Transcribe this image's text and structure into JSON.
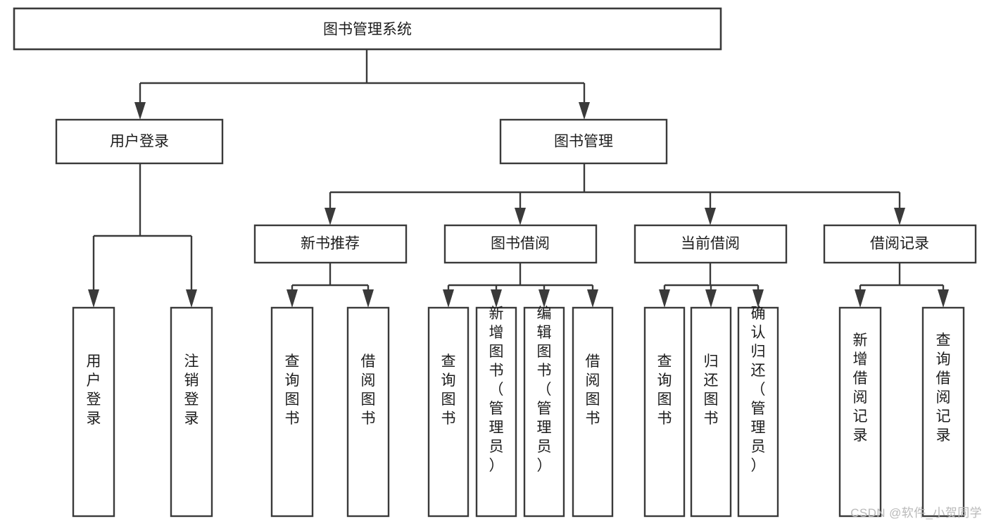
{
  "diagram": {
    "title": "图书管理系统",
    "type": "tree-hierarchy-diagram",
    "colors": {
      "stroke": "#3a3a3a",
      "fill": "#ffffff",
      "text": "#1d1d1d",
      "watermark": "#b9b9b9"
    },
    "root": {
      "label": "图书管理系统",
      "orientation": "horizontal"
    },
    "level2": [
      {
        "label": "用户登录",
        "orientation": "horizontal"
      },
      {
        "label": "图书管理",
        "orientation": "horizontal"
      }
    ],
    "level3": [
      {
        "label": "新书推荐",
        "orientation": "horizontal"
      },
      {
        "label": "图书借阅",
        "orientation": "horizontal"
      },
      {
        "label": "当前借阅",
        "orientation": "horizontal"
      },
      {
        "label": "借阅记录",
        "orientation": "horizontal"
      }
    ],
    "leaves": {
      "用户登录": [
        {
          "label": "用户登录",
          "orientation": "vertical"
        },
        {
          "label": "注销登录",
          "orientation": "vertical"
        }
      ],
      "新书推荐": [
        {
          "label": "查询图书",
          "orientation": "vertical"
        },
        {
          "label": "借阅图书",
          "orientation": "vertical"
        }
      ],
      "图书借阅": [
        {
          "label": "查询图书",
          "orientation": "vertical"
        },
        {
          "label": "新增图书（管理员）",
          "orientation": "vertical"
        },
        {
          "label": "编辑图书（管理员）",
          "orientation": "vertical"
        },
        {
          "label": "借阅图书",
          "orientation": "vertical"
        }
      ],
      "当前借阅": [
        {
          "label": "查询图书",
          "orientation": "vertical"
        },
        {
          "label": "归还图书",
          "orientation": "vertical"
        },
        {
          "label": "确认归还（管理员）",
          "orientation": "vertical"
        }
      ],
      "借阅记录": [
        {
          "label": "新增借阅记录",
          "orientation": "vertical"
        },
        {
          "label": "查询借阅记录",
          "orientation": "vertical"
        }
      ]
    }
  },
  "watermark": {
    "text": "CSDN @软件_小贺同学"
  }
}
